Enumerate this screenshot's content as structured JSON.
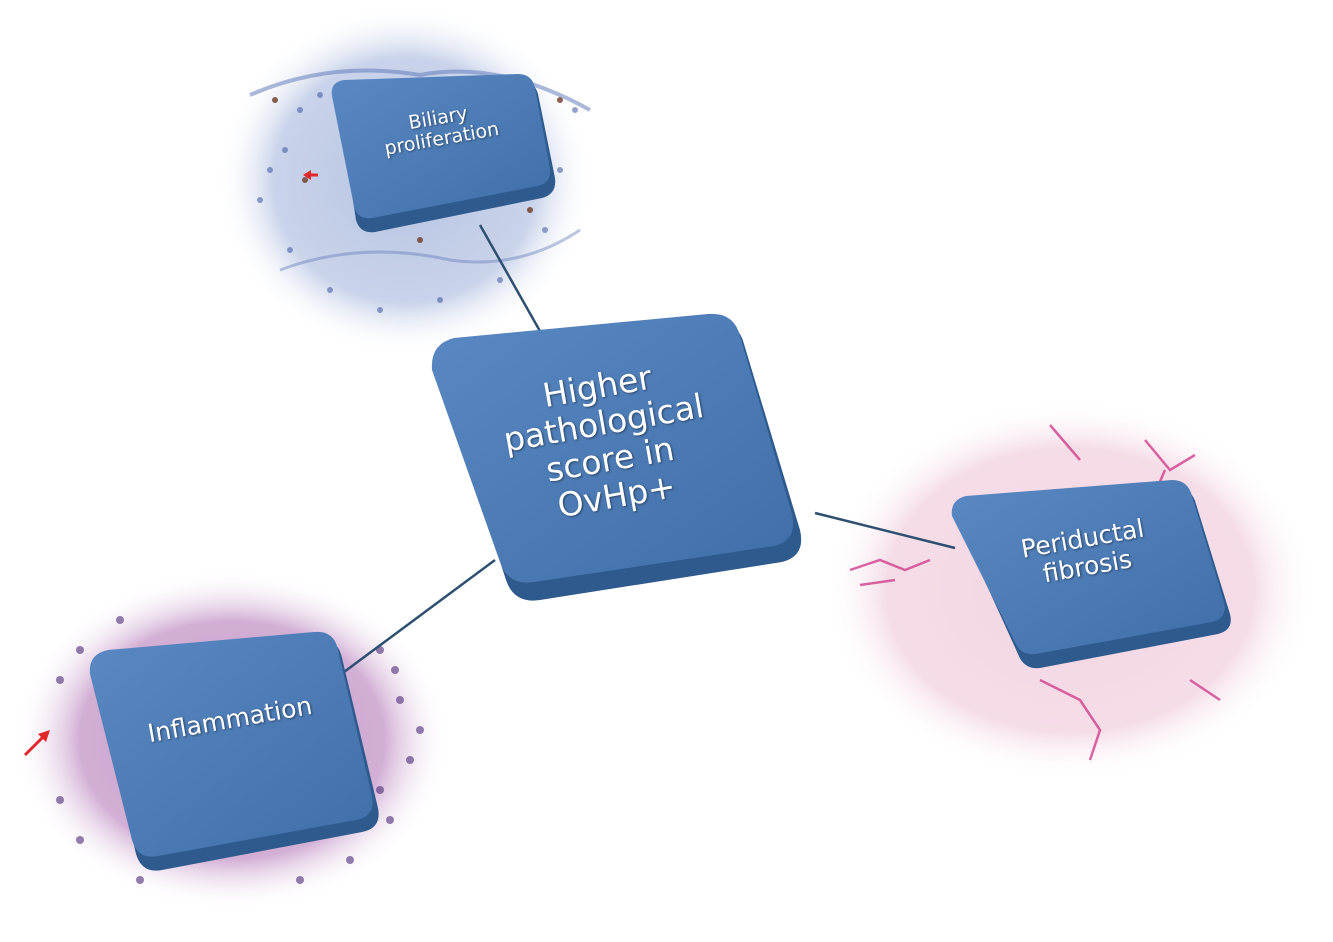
{
  "center_node": {
    "label": "Higher\npathological\nscore in\nOvHp+"
  },
  "satellite_nodes": [
    {
      "id": "biliary",
      "label": "Biliary\nproliferation",
      "stain": "IHC blue-brown"
    },
    {
      "id": "fibrosis",
      "label": "Periductal\nfibrosis",
      "stain": "pink H&E"
    },
    {
      "id": "inflammation",
      "label": "Inflammation",
      "stain": "purple H&E"
    }
  ],
  "colors": {
    "node_fill": "#4a7ab5",
    "node_side": "#2e5a8e",
    "connector": "#2e4f70",
    "blue_tissue": "#c3cde6",
    "pink_tissue": "#f2d3e0",
    "purple_tissue": "#cfa6d2",
    "arrow": "#e0272b"
  }
}
